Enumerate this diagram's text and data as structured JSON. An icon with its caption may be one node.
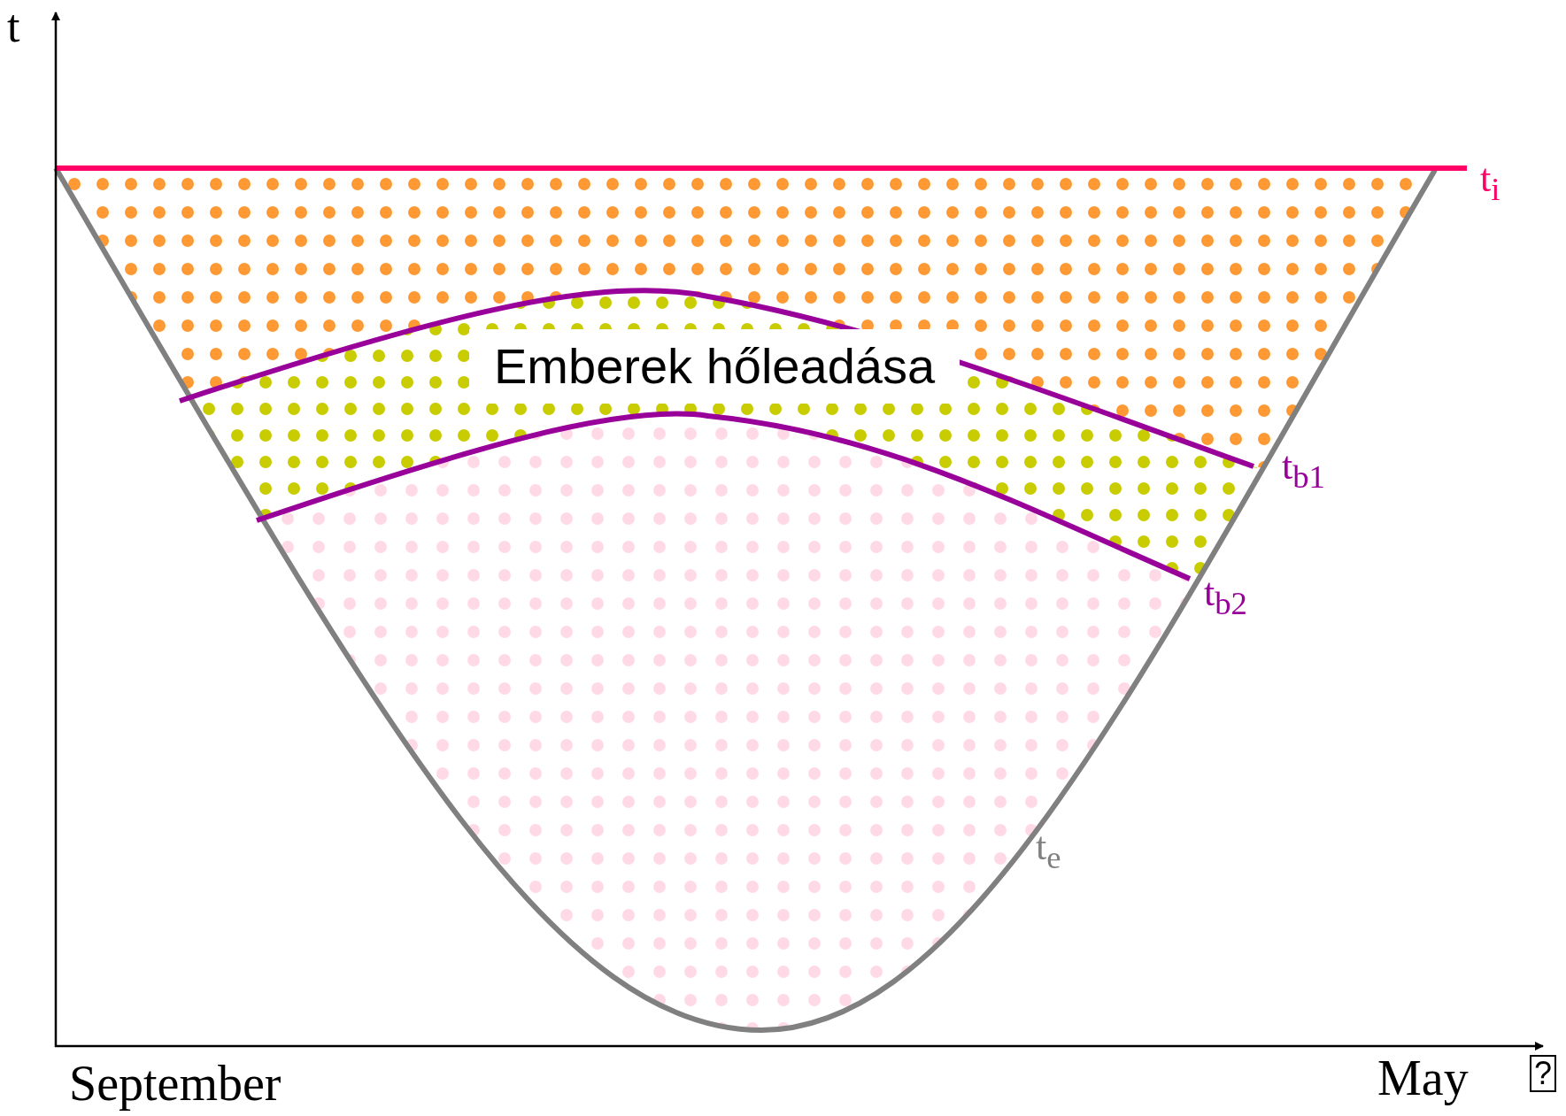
{
  "diagram": {
    "labels": [
      "t",
      "Emberek hőleadása",
      "t$_{i}$",
      "t$_{b1}$",
      "t$_{b2}$",
      "t$_{e}$",
      "September",
      "May",
      "?"
    ]
  }
}
